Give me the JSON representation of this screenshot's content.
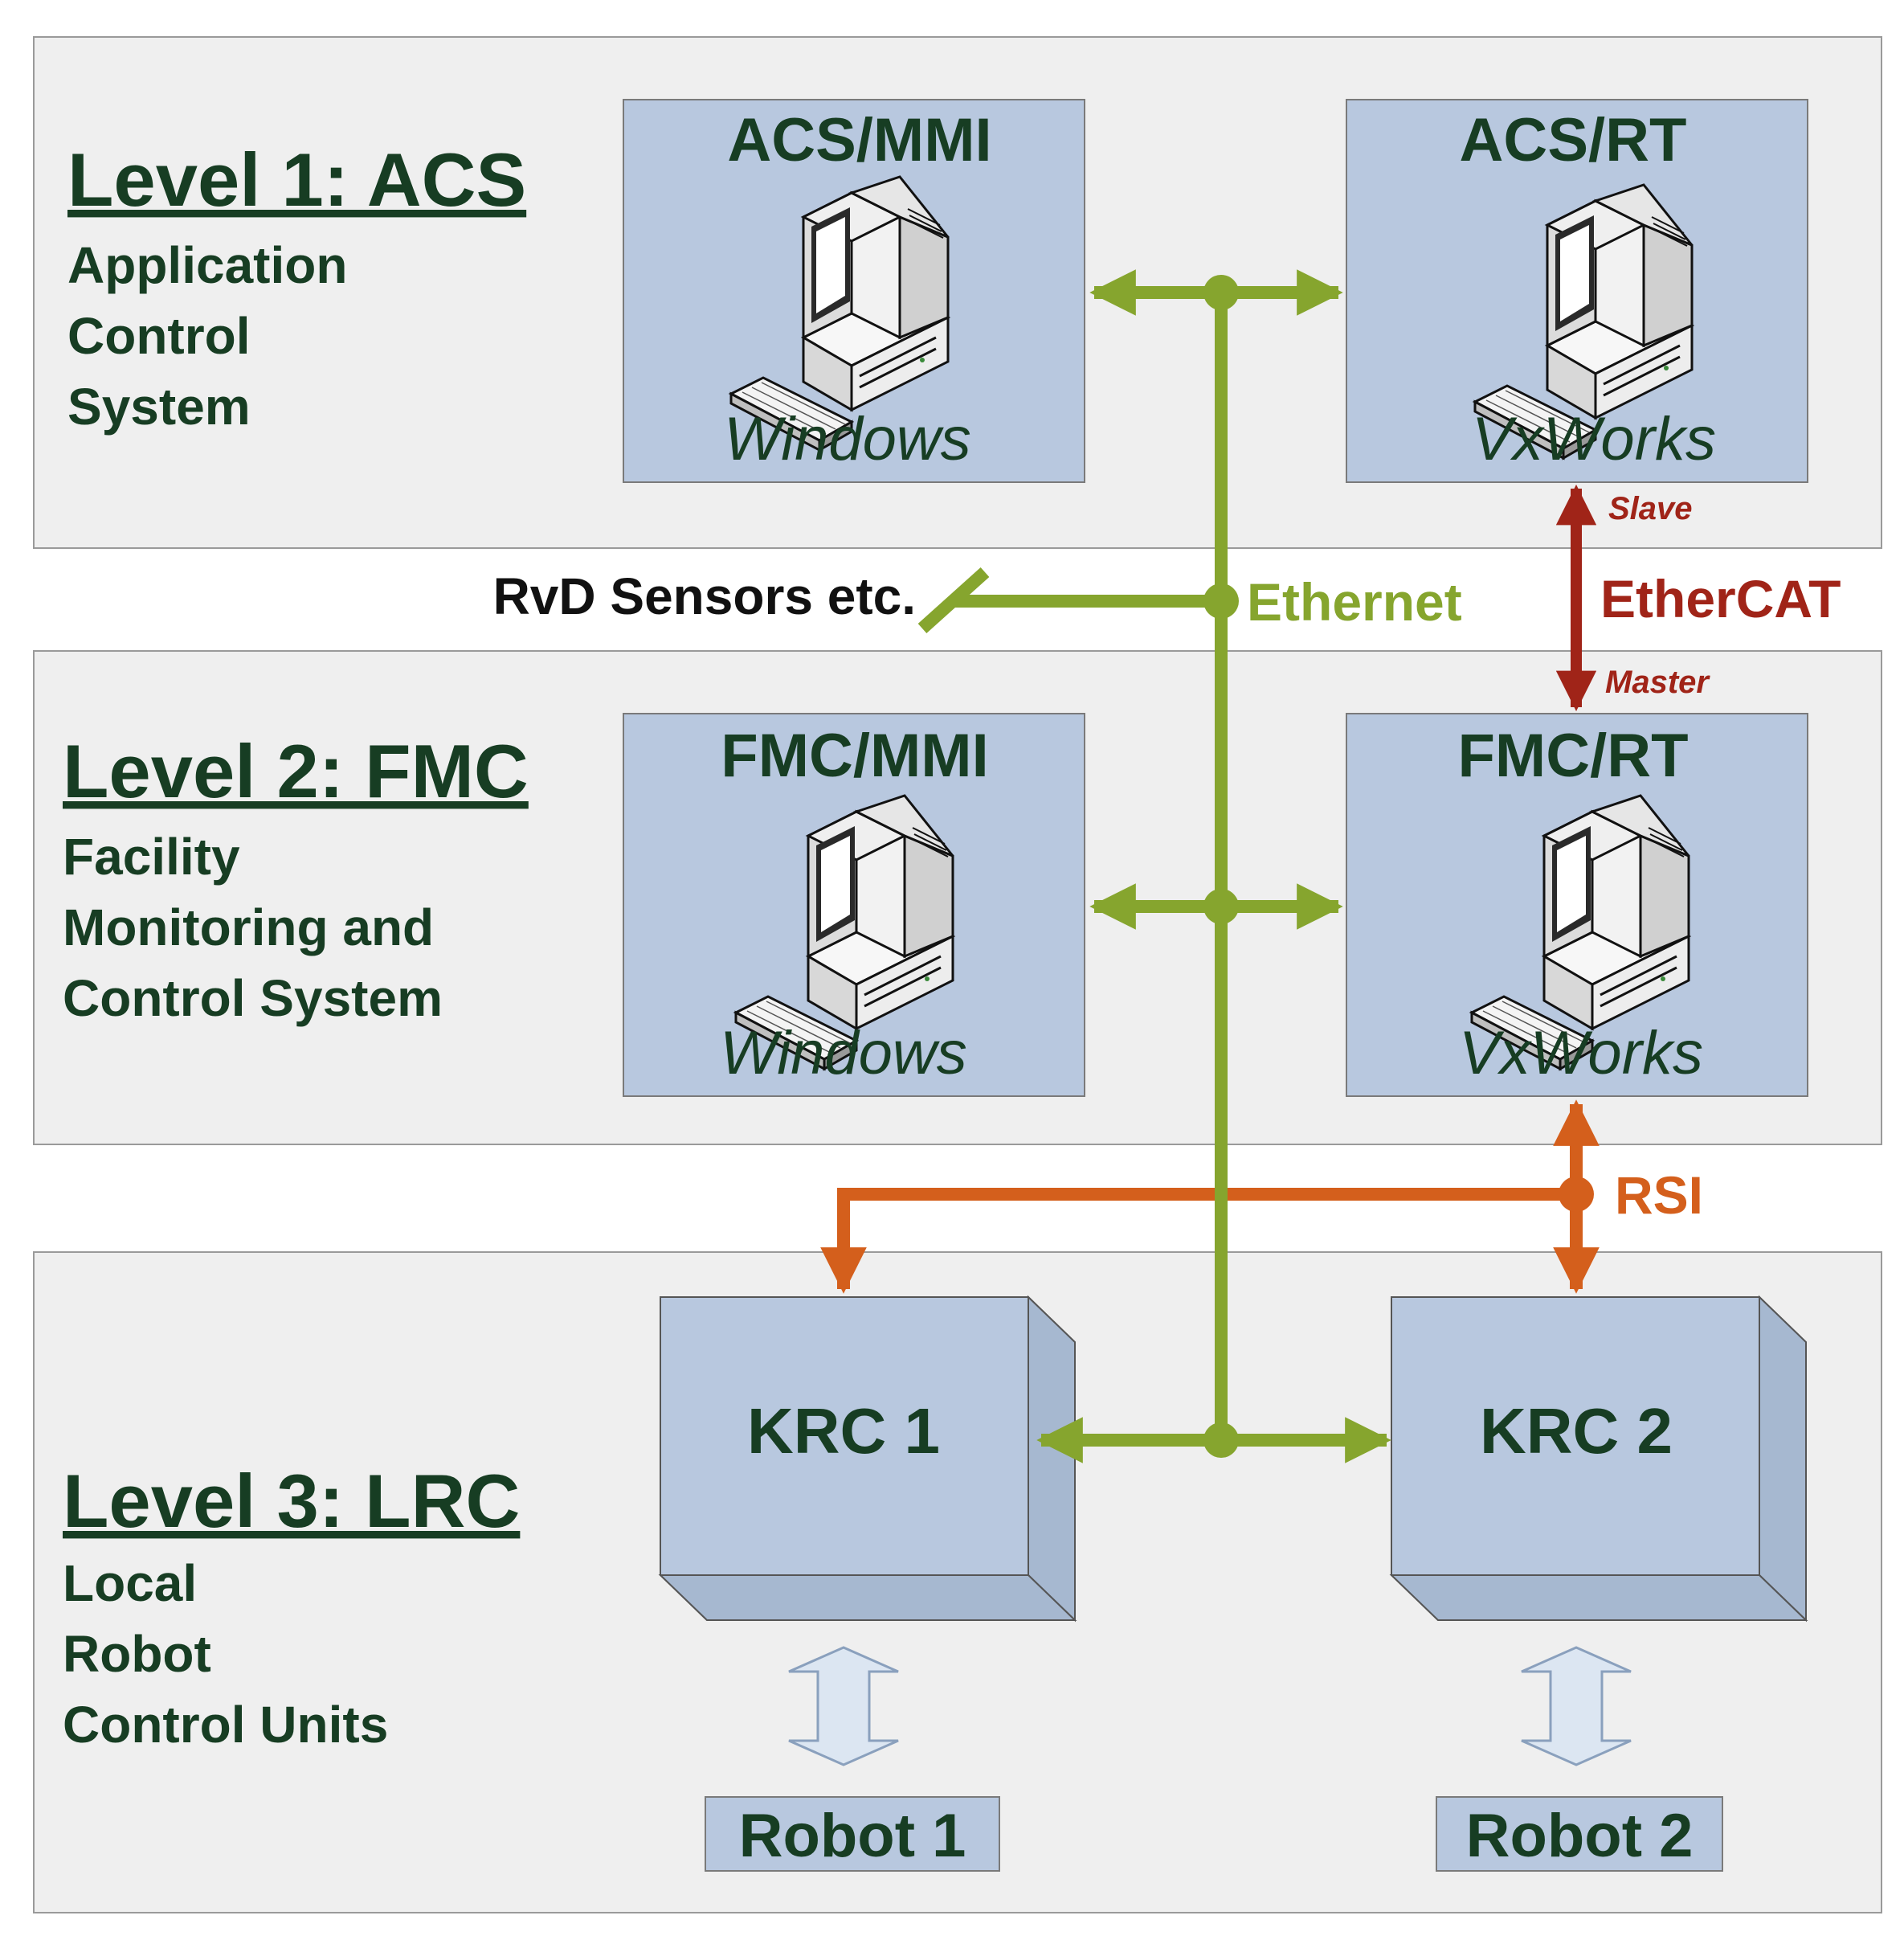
{
  "levels": [
    {
      "title": "Level 1: ACS",
      "desc": [
        "Application",
        "Control",
        "System"
      ]
    },
    {
      "title": "Level 2: FMC",
      "desc": [
        "Facility",
        "Monitoring and",
        "Control System"
      ]
    },
    {
      "title": "Level 3: LRC",
      "desc": [
        "Local",
        "Robot",
        "Control Units"
      ]
    }
  ],
  "nodes": {
    "acs_mmi": {
      "title": "ACS/MMI",
      "os": "Windows"
    },
    "acs_rt": {
      "title": "ACS/RT",
      "os": "VxWorks"
    },
    "fmc_mmi": {
      "title": "FMC/MMI",
      "os": "Windows"
    },
    "fmc_rt": {
      "title": "FMC/RT",
      "os": "VxWorks"
    },
    "krc1": "KRC 1",
    "krc2": "KRC 2",
    "robot1": "Robot 1",
    "robot2": "Robot 2"
  },
  "links": {
    "ethernet": "Ethernet",
    "ethercat": "EtherCAT",
    "slave": "Slave",
    "master": "Master",
    "rsi": "RSI",
    "sensors": "RvD Sensors etc."
  },
  "colors": {
    "ethernet": "#86a52e",
    "ethercat": "#a02418",
    "rsi": "#d45f1c",
    "box_fill": "#b8c8df",
    "panel_fill": "#efefef",
    "text": "#173d23"
  }
}
